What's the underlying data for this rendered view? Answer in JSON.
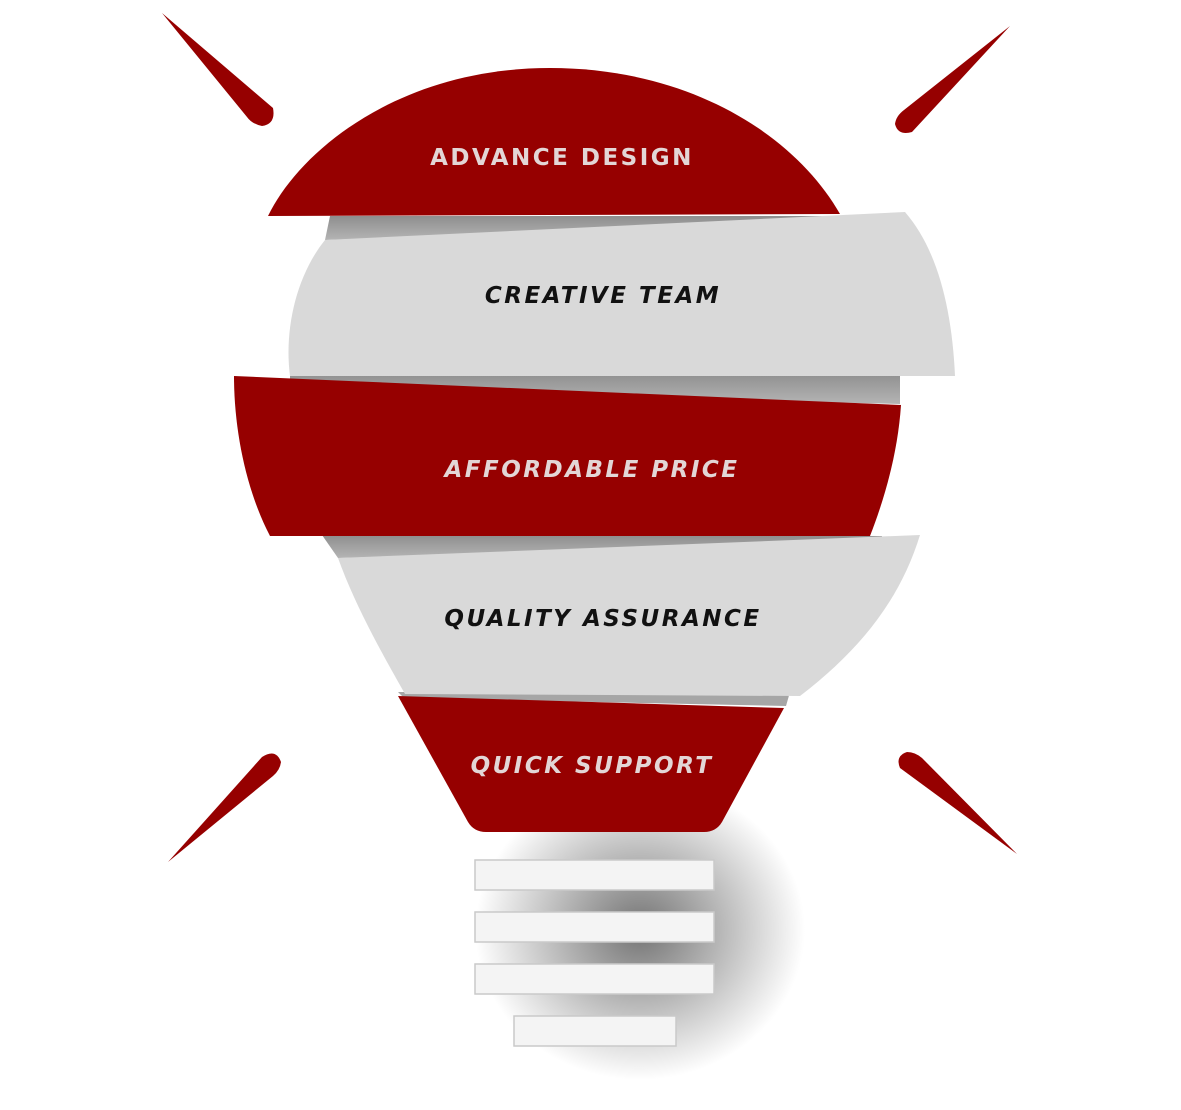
{
  "colors": {
    "accent_red": "#960000",
    "band_gray": "#d9d9d9",
    "band_gray_shadow": "#9a9a9a",
    "base_white": "#f4f4f4",
    "background": "#ffffff"
  },
  "bands": [
    {
      "label": "ADVANCE DESIGN",
      "color": "red",
      "style": "normal"
    },
    {
      "label": "CREATIVE TEAM",
      "color": "gray",
      "style": "italic"
    },
    {
      "label": "AFFORDABLE PRICE",
      "color": "red",
      "style": "italic"
    },
    {
      "label": "QUALITY ASSURANCE",
      "color": "gray",
      "style": "italic"
    },
    {
      "label": "QUICK SUPPORT",
      "color": "red",
      "style": "italic"
    }
  ],
  "base_bars": 4,
  "rays": 4,
  "icons": [
    "light-ray-icon",
    "bulb-base-icon"
  ]
}
